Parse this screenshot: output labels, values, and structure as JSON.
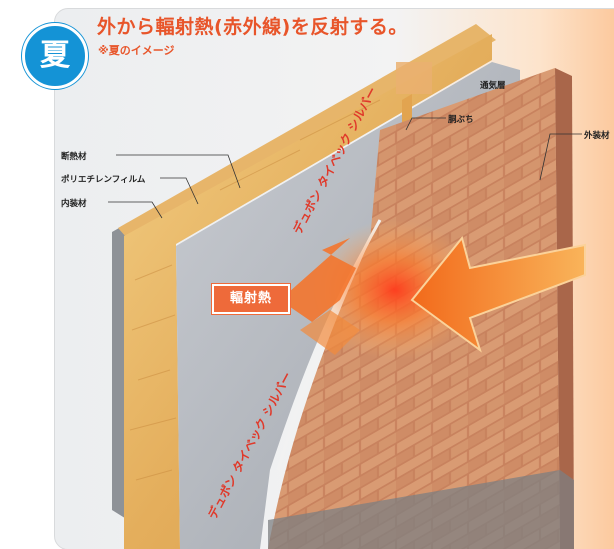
{
  "title": "外から輻射熱(赤外線)を反射する。",
  "subtitle": "※夏のイメージ",
  "season_badge": "夏",
  "labels": {
    "insulation": "断熱材",
    "poly_film": "ポリエチレンフィルム",
    "interior": "内装材",
    "air_layer": "通気層",
    "furring": "胴ぶち",
    "exterior": "外装材"
  },
  "heat_label": "輻射熱",
  "membrane_print": "デュポン タイベック シルバー",
  "colors": {
    "accent": "#e8552a",
    "badge_blue": "#1493d6",
    "heat_badge": "#ee6a3a",
    "arrow": "#f58a1f"
  }
}
